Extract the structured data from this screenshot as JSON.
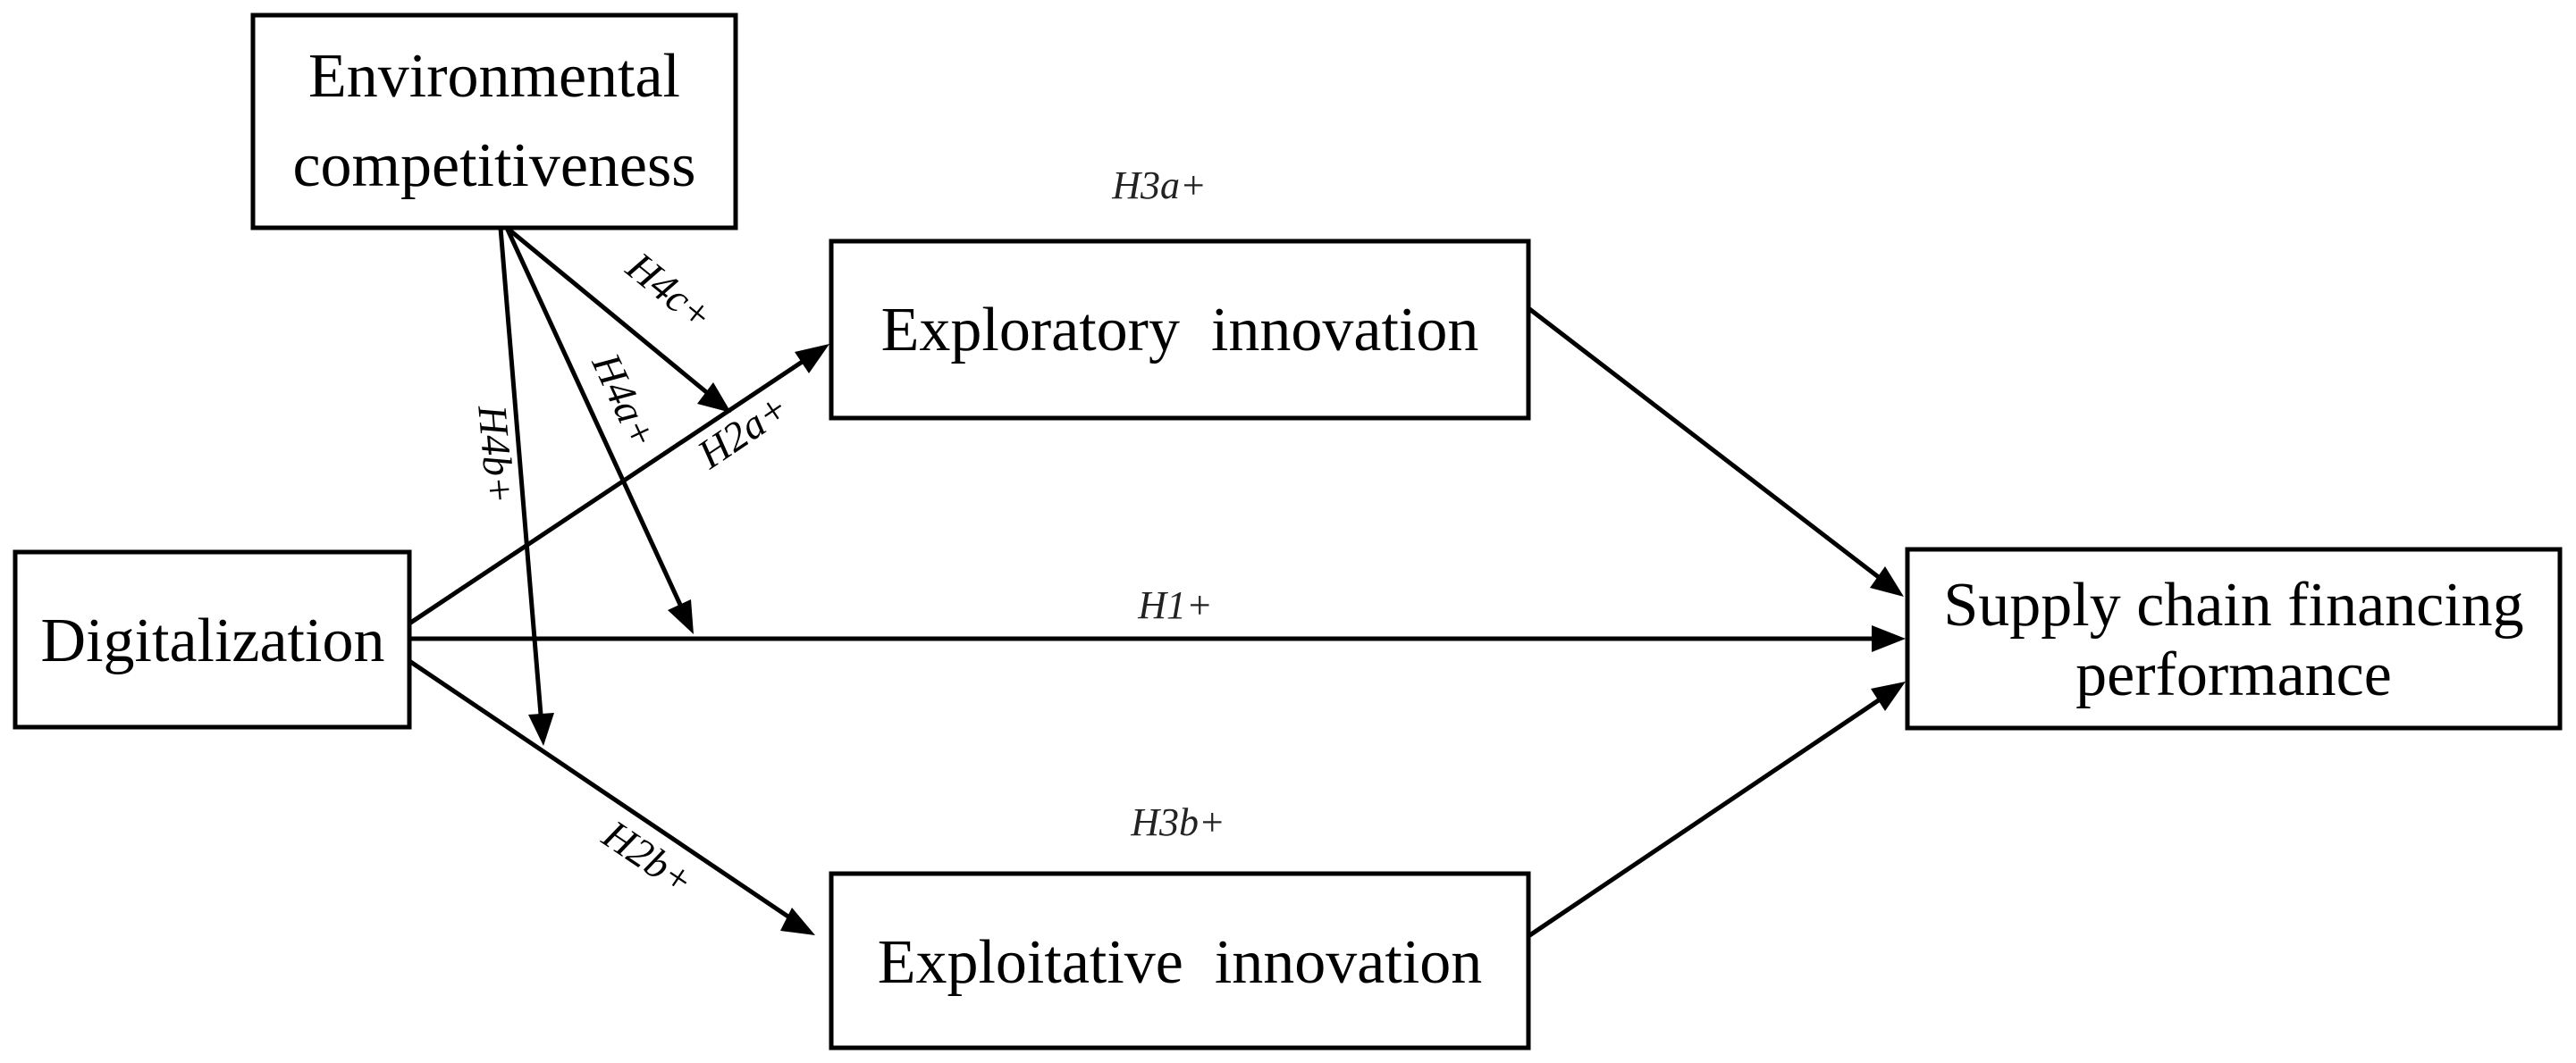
{
  "nodes": {
    "environmental": {
      "line1": "Environmental",
      "line2": "competitiveness"
    },
    "exploratory": {
      "label": "Exploratory  innovation"
    },
    "digitalization": {
      "label": "Digitalization"
    },
    "supply_chain": {
      "line1": "Supply chain financing",
      "line2": "performance"
    },
    "exploitative": {
      "label": "Exploitative  innovation"
    }
  },
  "hypotheses": {
    "h1": "H1+",
    "h2a": "H2a+",
    "h2b": "H2b+",
    "h3a": "H3a+",
    "h3b": "H3b+",
    "h4a": "H4a+",
    "h4b": "H4b+",
    "h4c": "H4c+"
  }
}
